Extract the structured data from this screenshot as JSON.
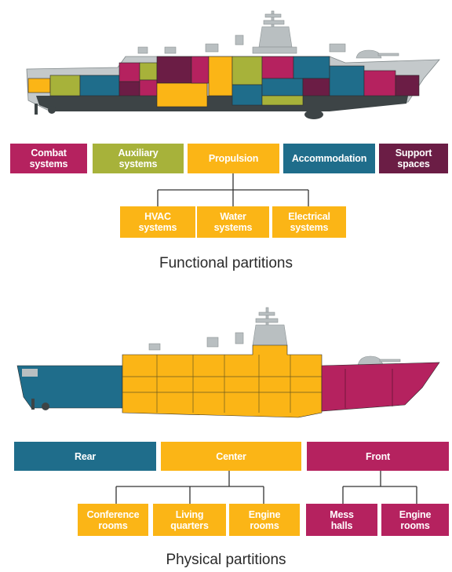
{
  "colors": {
    "combat": "#b5225f",
    "auxiliary": "#a7b23a",
    "propulsion": "#fbb516",
    "accommodation": "#1f6d8b",
    "support": "#6b1d45",
    "hull_grey": "#bfc4c6",
    "hull_dark": "#3d4446",
    "line": "#333333"
  },
  "functional": {
    "caption": "Functional partitions",
    "categories": [
      {
        "label": "Combat\nsystems",
        "color_key": "combat"
      },
      {
        "label": "Auxiliary\nsystems",
        "color_key": "auxiliary"
      },
      {
        "label": "Propulsion",
        "color_key": "propulsion"
      },
      {
        "label": "Accommodation",
        "color_key": "accommodation"
      },
      {
        "label": "Support\nspaces",
        "color_key": "support"
      }
    ],
    "subcategories": [
      {
        "label": "HVAC\nsystems",
        "color_key": "propulsion"
      },
      {
        "label": "Water\nsystems",
        "color_key": "propulsion"
      },
      {
        "label": "Electrical\nsystems",
        "color_key": "propulsion"
      }
    ]
  },
  "physical": {
    "caption": "Physical partitions",
    "categories": [
      {
        "label": "Rear",
        "color_key": "accommodation"
      },
      {
        "label": "Center",
        "color_key": "propulsion"
      },
      {
        "label": "Front",
        "color_key": "combat"
      }
    ],
    "center_children": [
      {
        "label": "Conference\nrooms",
        "color_key": "propulsion"
      },
      {
        "label": "Living\nquarters",
        "color_key": "propulsion"
      },
      {
        "label": "Engine\nrooms",
        "color_key": "propulsion"
      }
    ],
    "front_children": [
      {
        "label": "Mess\nhalls",
        "color_key": "combat"
      },
      {
        "label": "Engine\nrooms",
        "color_key": "combat"
      }
    ]
  }
}
